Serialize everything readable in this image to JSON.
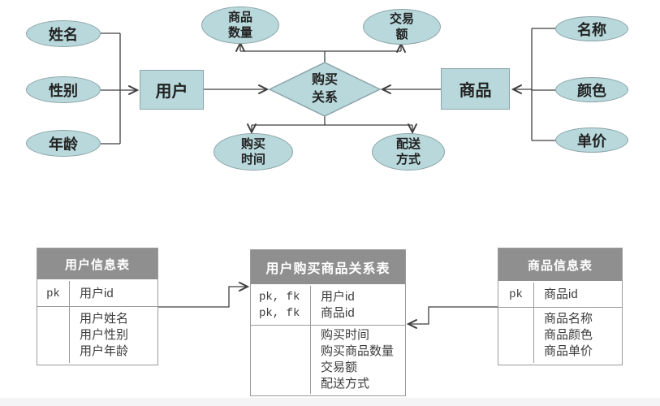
{
  "colors": {
    "shape_fill": "#b8d8db",
    "shape_border": "#8ba4a9",
    "line": "#3f3f3f",
    "header_bg": "#8f8f8f",
    "header_text": "#ffffff",
    "table_border": "#9b9b9b"
  },
  "er": {
    "user": "用户",
    "product": "商品",
    "relation": "购买\n关系",
    "user_attrs": [
      "姓名",
      "性别",
      "年龄"
    ],
    "top_attrs": [
      "商品\n数量",
      "交易\n额"
    ],
    "bottom_attrs": [
      "购买\n时间",
      "配送\n方式"
    ],
    "product_attrs": [
      "名称",
      "颜色",
      "单价"
    ]
  },
  "tables": {
    "user": {
      "title": "用户信息表",
      "keys": [
        {
          "k": "pk",
          "v": "用户id"
        }
      ],
      "attrs": [
        "用户姓名",
        "用户性别",
        "用户年龄"
      ]
    },
    "relation": {
      "title": "用户购买商品关系表",
      "keys": [
        {
          "k": "pk, fk",
          "v": "用户id"
        },
        {
          "k": "pk, fk",
          "v": "商品id"
        }
      ],
      "attrs": [
        "购买时间",
        "购买商品数量",
        "交易额",
        "配送方式"
      ]
    },
    "product": {
      "title": "商品信息表",
      "keys": [
        {
          "k": "pk",
          "v": "商品id"
        }
      ],
      "attrs": [
        "商品名称",
        "商品颜色",
        "商品单价"
      ]
    }
  }
}
